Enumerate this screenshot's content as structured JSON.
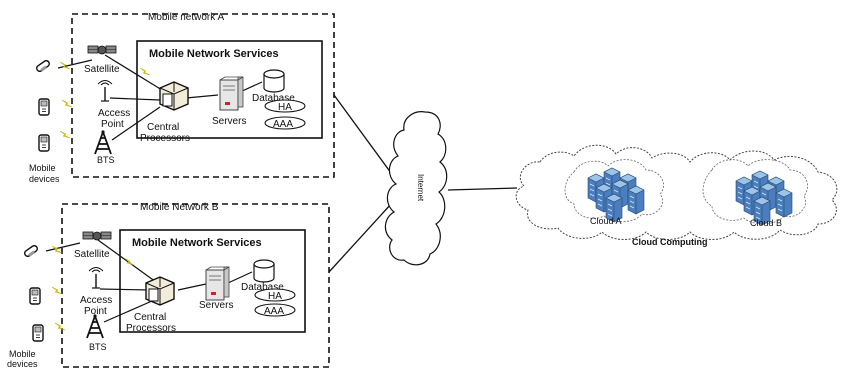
{
  "networks": [
    {
      "title": "Mobile network A",
      "services_title": "Mobile Network Services",
      "labels": {
        "satellite": "Satellite",
        "access_point": [
          "Access",
          "Point"
        ],
        "bts": "BTS",
        "mobile_devices": [
          "Mobile",
          "devices"
        ],
        "central_processors": [
          "Central",
          "Processors"
        ],
        "servers": "Servers",
        "database": "Database",
        "ha": "HA",
        "aaa": "AAA"
      }
    },
    {
      "title": "Mobile Network B",
      "services_title": "Mobile Network Services",
      "labels": {
        "satellite": "Satellite",
        "access_point": [
          "Access",
          "Point"
        ],
        "bts": "BTS",
        "mobile_devices": [
          "Mobile",
          "devices"
        ],
        "central_processors": [
          "Central",
          "Processors"
        ],
        "servers": "Servers",
        "database": "Database",
        "ha": "HA",
        "aaa": "AAA"
      }
    }
  ],
  "internet_label": "Internet",
  "cloud": {
    "title": "Cloud Computing",
    "clouds": [
      "Cloud A",
      "Cloud B"
    ]
  },
  "colors": {
    "line": "#111111",
    "wireless": "#f2e600",
    "server_accent": "#cc2222",
    "building": "#4a7ebf",
    "building_light": "#9cc3e8"
  }
}
